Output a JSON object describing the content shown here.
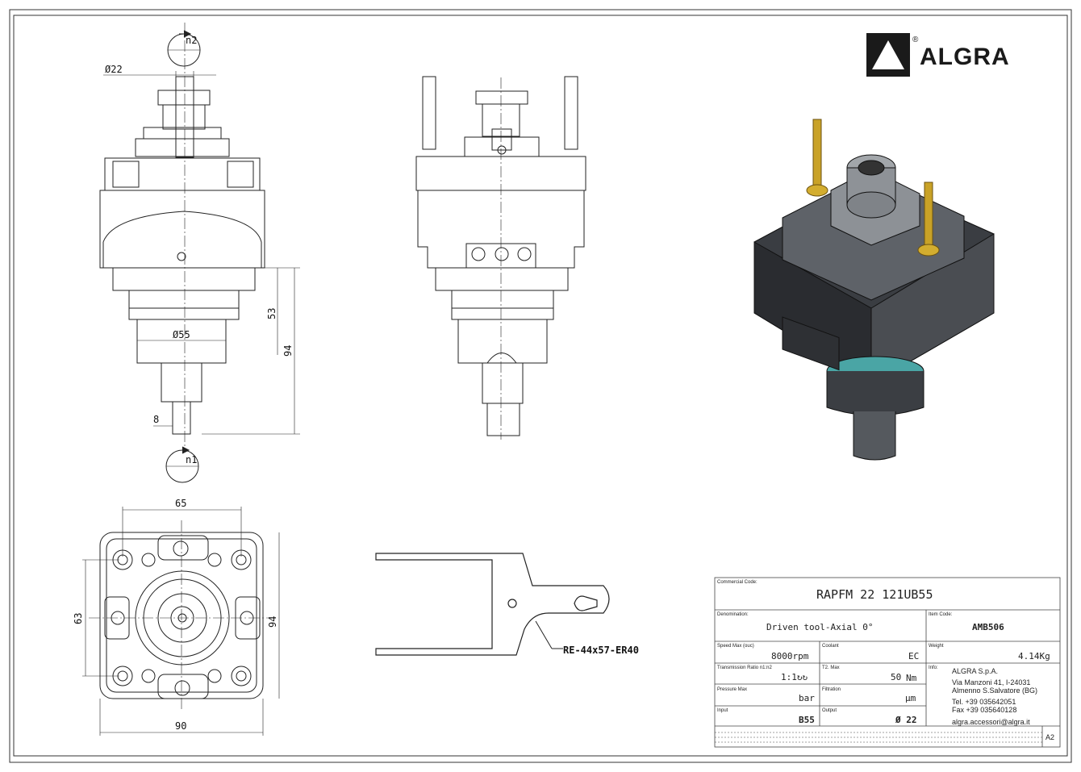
{
  "brand": {
    "name": "ALGRA",
    "registered_mark": "®"
  },
  "dimensions": {
    "phi22": "Ø22",
    "phi55": "Ø55",
    "d53": "53",
    "d94_side": "94",
    "d8": "8",
    "d65": "65",
    "d63": "63",
    "d94_bottom": "94",
    "d90": "90"
  },
  "rotation": {
    "top": "n2",
    "bottom": "n1"
  },
  "wrench_label": "RE-44x57-ER40",
  "title_block": {
    "commercial_code_label": "Commercial Code:",
    "commercial_code": "RAPFM 22 121UB55",
    "denomination_label": "Denomination:",
    "denomination": "Driven tool-Axial 0°",
    "item_code_label": "Item Code:",
    "item_code": "AMB506",
    "speed_label": "Speed Max (ouc)",
    "speed": "8000rpm",
    "coolant_label": "Coolant",
    "coolant": "EC",
    "weight_label": "Weight",
    "weight": "4.14Kg",
    "ratio_label": "Transmission Ratio n1:n2",
    "ratio": "1:1↻↻",
    "tmax_label": "T2. Max",
    "tmax": "50",
    "tmax_unit": "Nm",
    "info_label": "Info:",
    "company": "ALGRA S.p.A.",
    "address1": "Via Manzoni 41, I-24031",
    "address2": "Almenno S.Salvatore (BG)",
    "tel": "Tel. +39 035642051",
    "fax": "Fax +39 035640128",
    "email": "algra.accessori@algra.it",
    "pressure_label": "Pressure Max",
    "pressure_unit": "bar",
    "filtration_label": "Filtration",
    "filtration_unit": "µm",
    "input_label": "Input",
    "input": "B55",
    "output_label": "Output",
    "output": "Ø 22",
    "sheet_size": "A2"
  }
}
